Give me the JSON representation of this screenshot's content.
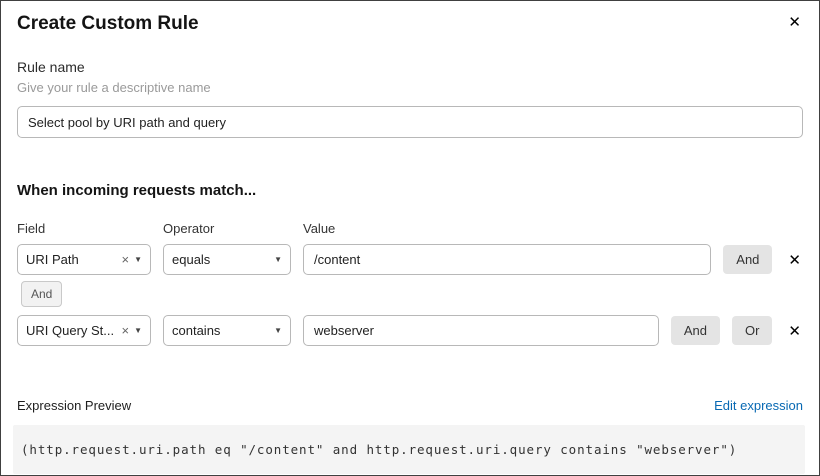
{
  "dialog": {
    "title": "Create Custom Rule"
  },
  "icons": {
    "close": "✕",
    "clear": "×",
    "caret": "▼",
    "remove": "✕"
  },
  "rule_name": {
    "label": "Rule name",
    "helper": "Give your rule a descriptive name",
    "value": "Select pool by URI path and query"
  },
  "match_section": {
    "heading": "When incoming requests match...",
    "columns": {
      "field": "Field",
      "operator": "Operator",
      "value": "Value"
    },
    "connector": "And",
    "rows": [
      {
        "field": "URI Path",
        "operator": "equals",
        "value": "/content",
        "and_label": "And"
      },
      {
        "field": "URI Query St...",
        "operator": "contains",
        "value": "webserver",
        "and_label": "And",
        "or_label": "Or"
      }
    ]
  },
  "expression": {
    "label": "Expression Preview",
    "edit_link": "Edit expression",
    "preview": "(http.request.uri.path eq \"/content\" and http.request.uri.query contains \"webserver\")"
  },
  "colors": {
    "link": "#0869b3",
    "logic_button_bg": "#e4e4e4",
    "code_bg": "#f4f4f4",
    "input_border": "#b8b8b8"
  }
}
